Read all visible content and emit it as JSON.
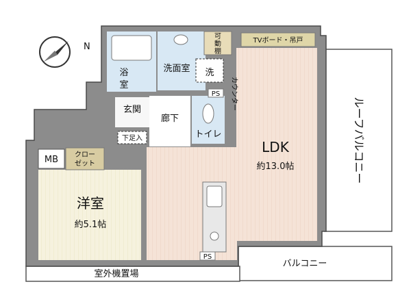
{
  "colors": {
    "wall": "#8c8c8c",
    "wall_edge": "#4a4a4a",
    "wet": "#d8e8f4",
    "ldk_floor": "#f5e3d7",
    "western_floor": "#f6f2de",
    "pale": "#f7f7f7",
    "tv_board": "#dfd6a8",
    "closet": "#d8cca2"
  },
  "rooms": {
    "bath_1": "浴",
    "bath_2": "室",
    "washroom": "洗面室",
    "laundry": "洗",
    "storage_1": "可",
    "storage_2": "動",
    "storage_3": "棚",
    "entrance": "玄関",
    "hallway": "廊下",
    "toilet": "トイレ",
    "shoe_box": "下足入",
    "ps_top": "PS",
    "ps_bottom": "PS",
    "counter": "カウンター",
    "tv_board": "TVボード・吊戸",
    "ldk_name": "LDK",
    "ldk_size": "約13.0帖",
    "mb": "MB",
    "closet_1": "クロー",
    "closet_2": "ゼット",
    "western_name": "洋室",
    "western_size": "約5.1帖",
    "ac_area": "室外機置場",
    "balcony": "バルコニー",
    "roof_balcony": "ルーフバルコニー"
  },
  "compass": {
    "north_label": "N",
    "icon": "compass-icon"
  }
}
